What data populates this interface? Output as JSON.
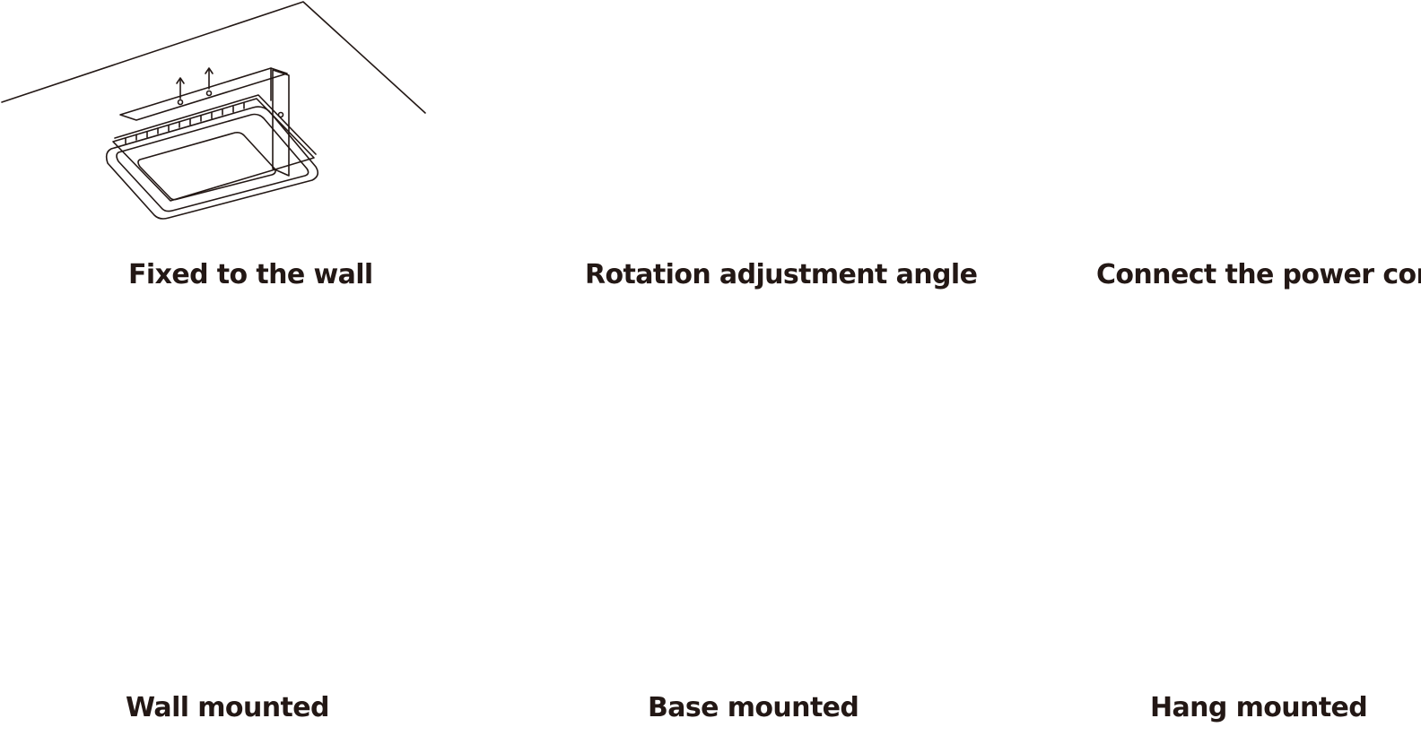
{
  "captions": {
    "fixed_wall": "Fixed to the wall",
    "rotation": "Rotation adjustment angle",
    "power": "Connect the power cord",
    "wall_mounted": "Wall mounted",
    "base_mounted": "Base mounted",
    "hang_mounted": "Hang mounted"
  },
  "colors": {
    "line": "#231815",
    "accent": "#e60012"
  }
}
